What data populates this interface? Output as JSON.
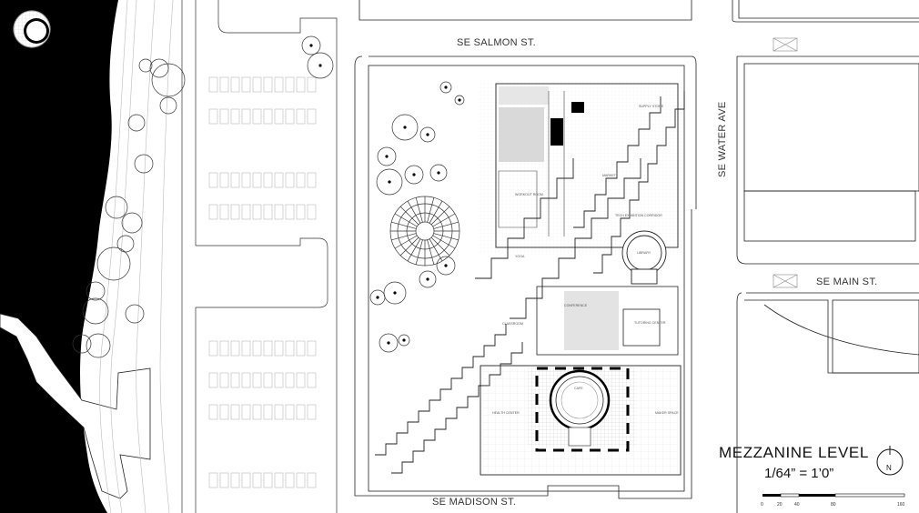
{
  "streets": {
    "salmon": "SE SALMON ST.",
    "madison": "SE MADISON ST.",
    "main": "SE MAIN ST.",
    "water": "SE WATER AVE"
  },
  "rooms": {
    "workout": "WORKOUT ROOM",
    "market": "MARKET",
    "supply": "SUPPLY STORE",
    "tech": "TECH EXHIBITION CORRIDOR",
    "library": "LIBRARY",
    "yoga": "YOGA",
    "tutoring": "TUTORING CENTER",
    "health": "HEALTH CENTER",
    "maker": "MAKER SPACE",
    "cafe": "CAFE",
    "classroom": "CLASSROOM",
    "conference": "CONFERENCE"
  },
  "title": {
    "level": "MEZZANINE LEVEL",
    "scale": "1/64” = 1’0”"
  },
  "north": "N",
  "scale_bar": [
    "0",
    "20",
    "40",
    "80",
    "160"
  ],
  "colors": {
    "river": "#000000",
    "line": "#222222",
    "hatch": "#d9d9d9",
    "tree": "#cfcfcf"
  }
}
